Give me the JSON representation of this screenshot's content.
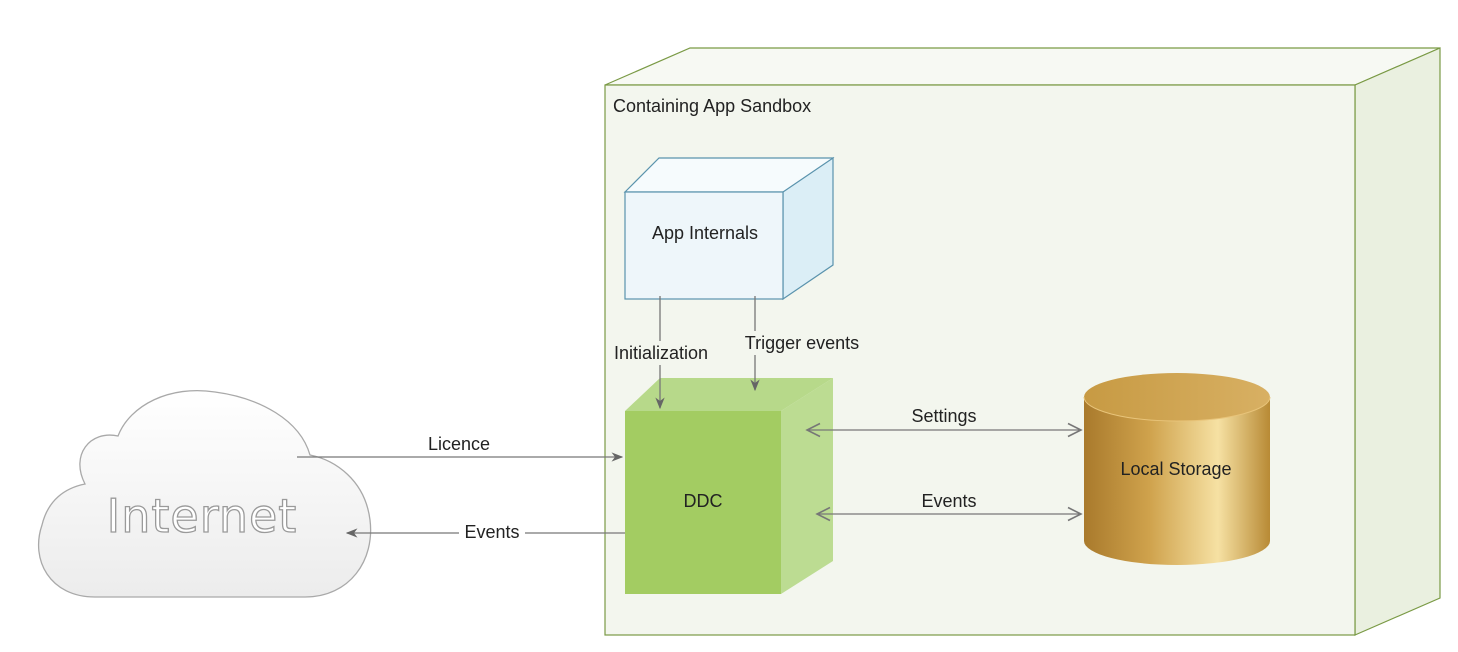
{
  "diagram": {
    "sandbox": {
      "label": "Containing App Sandbox"
    },
    "nodes": {
      "internet": {
        "label": "Internet"
      },
      "app_internals": {
        "label": "App Internals"
      },
      "ddc": {
        "label": "DDC"
      },
      "local_storage": {
        "label": "Local Storage"
      }
    },
    "edges": {
      "licence": {
        "label": "Licence",
        "from": "Internet",
        "to": "DDC"
      },
      "events_out": {
        "label": "Events",
        "from": "DDC",
        "to": "Internet"
      },
      "initialization": {
        "label": "Initialization",
        "from": "App Internals",
        "to": "DDC"
      },
      "trigger_events": {
        "label": "Trigger events",
        "from": "App Internals",
        "to": "DDC"
      },
      "settings": {
        "label": "Settings",
        "between": [
          "DDC",
          "Local Storage"
        ]
      },
      "events_storage": {
        "label": "Events",
        "between": [
          "DDC",
          "Local Storage"
        ]
      }
    }
  },
  "colors": {
    "sandbox_fill": "#f3f6ee",
    "sandbox_stroke": "#7a9a45",
    "app_internals_fill": "#eef6fa",
    "app_internals_stroke": "#5a93ad",
    "ddc_front": "#a3cc62",
    "ddc_side": "#bcdc92",
    "storage_gold": "#d7ab52",
    "cloud_fill": "#f6f6f6"
  }
}
